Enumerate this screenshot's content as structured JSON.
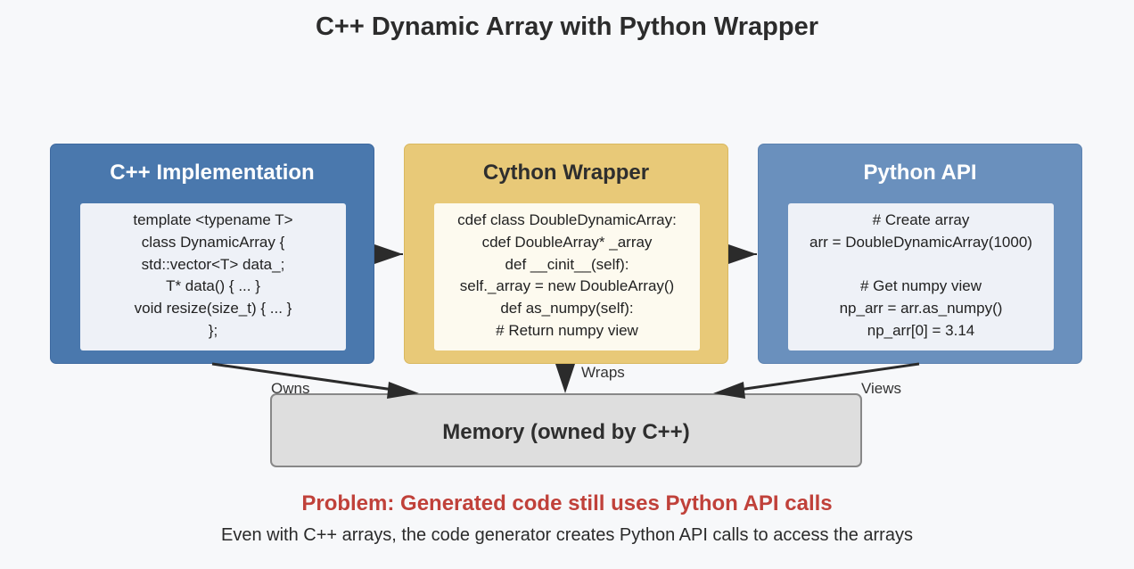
{
  "title": "C++ Dynamic Array with Python Wrapper",
  "boxes": {
    "cpp": {
      "title": "C++ Implementation",
      "lines": [
        "template <typename T>",
        "class DynamicArray {",
        "std::vector<T> data_;",
        "T* data() { ... }",
        "void resize(size_t) { ... }",
        "};"
      ],
      "color": "#4a78ad"
    },
    "cython": {
      "title": "Cython Wrapper",
      "lines": [
        "cdef class DoubleDynamicArray:",
        "cdef DoubleArray* _array",
        "def __cinit__(self):",
        "self._array = new DoubleArray()",
        "def as_numpy(self):",
        "# Return numpy view"
      ],
      "color": "#e8c978"
    },
    "python": {
      "title": "Python API",
      "lines": [
        "# Create array",
        "arr = DoubleDynamicArray(1000)",
        "",
        "# Get numpy view",
        "np_arr = arr.as_numpy()",
        "np_arr[0] = 3.14"
      ],
      "color": "#6a90bd"
    }
  },
  "memory": {
    "label": "Memory (owned by C++)"
  },
  "edges": {
    "owns": "Owns",
    "wraps": "Wraps",
    "views": "Views"
  },
  "problem": "Problem: Generated code still uses Python API calls",
  "note": "Even with C++ arrays, the code generator creates Python API calls to access the arrays"
}
